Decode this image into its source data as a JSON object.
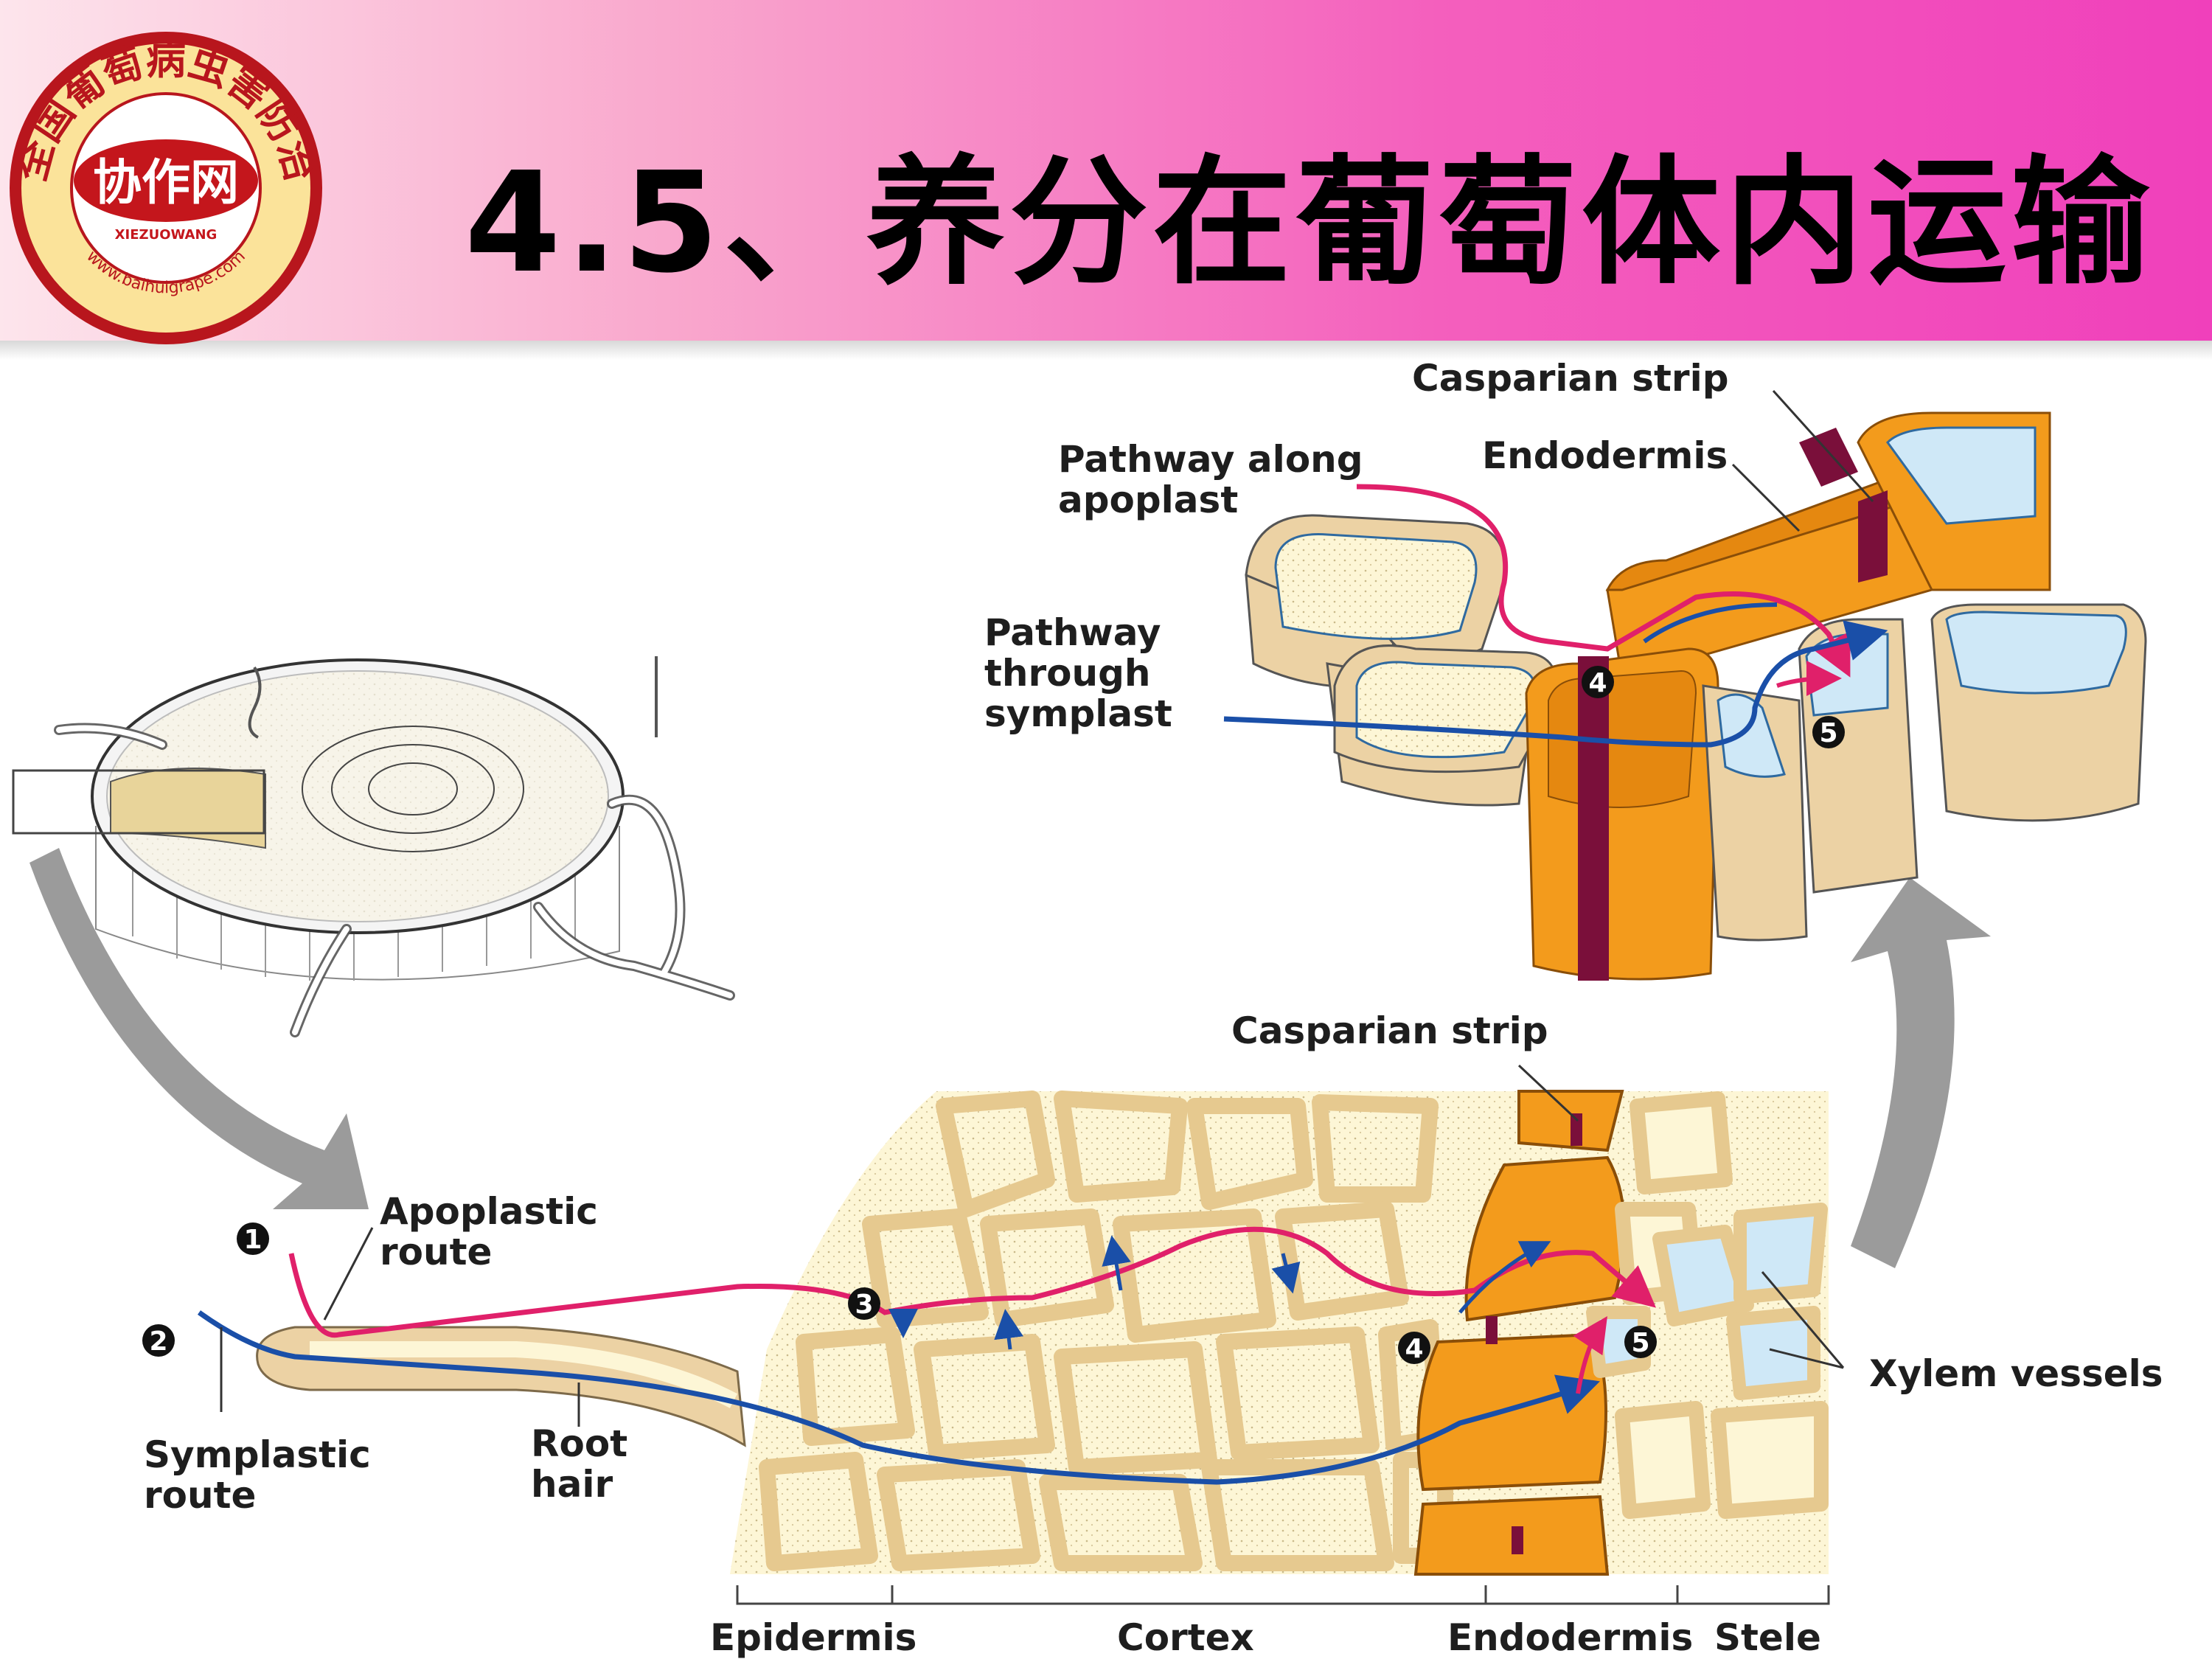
{
  "slide": {
    "title": "4.5、养分在葡萄体内运输"
  },
  "logo": {
    "ring_text": "全国葡萄病虫害防治",
    "center_text": "协作网",
    "sub_text": "XIEZUOWANG",
    "url_text": "www.baihuigrape.com"
  },
  "diagram": {
    "labels": {
      "casparian_top": "Casparian strip",
      "pathway_apoplast_1": "Pathway along",
      "pathway_apoplast_2": "apoplast",
      "endodermis_top": "Endodermis",
      "pathway_symplast_1": "Pathway",
      "pathway_symplast_2": "through",
      "pathway_symplast_3": "symplast",
      "casparian_mid": "Casparian strip",
      "apoplastic_1": "Apoplastic",
      "apoplastic_2": "route",
      "symplastic_1": "Symplastic",
      "symplastic_2": "route",
      "root_hair_1": "Root",
      "root_hair_2": "hair",
      "xylem": "Xylem vessels",
      "epidermis": "Epidermis",
      "cortex": "Cortex",
      "endodermis_bottom": "Endodermis",
      "stele": "Stele"
    },
    "step_markers": [
      "1",
      "2",
      "3",
      "4",
      "5",
      "4",
      "5"
    ],
    "colors": {
      "apoplast_route": "#e0206a",
      "symplast_route": "#1a4fa8",
      "endodermis_cell": "#f39b1c",
      "casparian_strip": "#7a0f3a",
      "cortex_wall": "#ecd2a4",
      "cell_interior": "#fdf6d6",
      "xylem_vessel": "#cfe8f7"
    }
  }
}
